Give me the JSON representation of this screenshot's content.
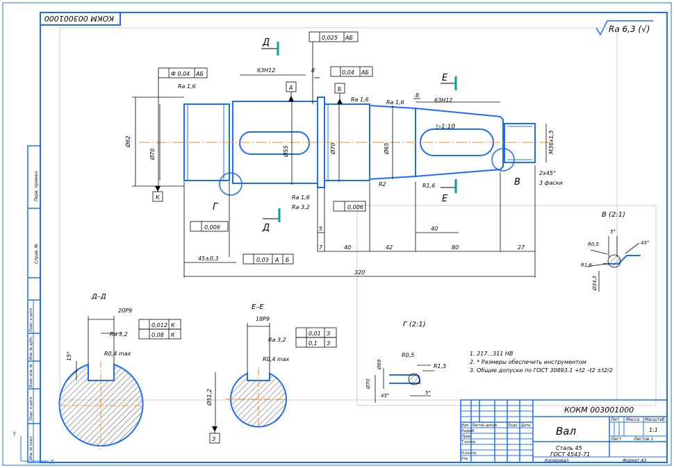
{
  "stamp_top": "КОКМ 003001000",
  "roughness_general": "Ra 6,3 (√)",
  "colors": {
    "frame": "#1a6cff",
    "part": "#1a6cff",
    "axis": "#ff8c1a",
    "section": "#1a6cff",
    "mark": "#00a0a0",
    "dim": "#000000"
  },
  "views": {
    "section_d": "Д–Д",
    "section_e": "Е–Е",
    "detail_g": "Г (2:1)",
    "detail_v": "В (2:1)"
  },
  "labels": {
    "d_top": "Д",
    "d_bottom": "Д",
    "e_top": "Е",
    "e_bottom": "Е",
    "g": "Г",
    "v": "В",
    "base_a": "А",
    "base_b": "Б",
    "base_k": "К",
    "base_z": "З"
  },
  "tolerances": {
    "t1": "0,025",
    "t1_base": "АБ",
    "t2": "Ф 0,04",
    "t2_base": "АБ",
    "t3": "0,04",
    "t3_base": "АБ",
    "t4": "0,006",
    "t5": "0,006",
    "t6": "0,03",
    "t6_b1": "А",
    "t6_b2": "Б"
  },
  "dims": {
    "d1": "63H12",
    "d2": "8",
    "d3": "8",
    "d4": "63H12",
    "d5": "Ra 1,6",
    "d6": "Ra 1,6",
    "d7": "Ra 1,6",
    "d8": "Ra 1,6",
    "d9": "Ra 3,2",
    "d10": "Ø62",
    "d11": "Ø70",
    "d12": "Ø55",
    "d13": "Ø70",
    "d14": "Ø65",
    "d15": "M36x1,5",
    "d16": "2x45°",
    "d17": "3 фаски",
    "d18": "R2",
    "d19": "R1,6",
    "d20": "▷1:10",
    "d21": "5",
    "d22": "7",
    "d23": "40",
    "d24": "42",
    "d25": "40",
    "d26": "80",
    "d27": "27",
    "d28": "45±0,3",
    "d29": "320"
  },
  "section_d_dims": {
    "w": "20P9",
    "depth": "Ra 3,2",
    "r": "R0,4 max",
    "ang": "15°",
    "f1": "0,012",
    "f1b": "К",
    "f2": "0,08",
    "f2b": "К"
  },
  "section_e_dims": {
    "w": "18P9",
    "depth": "Ra 3,2",
    "r": "R0,4 max",
    "dia": "Ø51,2",
    "f1": "0,01",
    "f1b": "З",
    "f2": "0,1",
    "f2b": "З"
  },
  "detail_g_dims": {
    "a": "Ø70",
    "b": "Ø69",
    "r1": "R0,5",
    "r2": "R1,5",
    "ang1": "45°",
    "ang2": "5°"
  },
  "detail_v_dims": {
    "a": "R0,5",
    "b": "R1,6",
    "c": "5°",
    "d": "Ø34,5",
    "e": "45°"
  },
  "notes": [
    "1. 217...311 НВ",
    "2. * Размеры обеспечить инструментом",
    "3. Общие допуски по ГОСТ 30893.1 +t2 –t2 ±t2/2"
  ],
  "title_block": {
    "code": "КОКМ 003001000",
    "name": "Вал",
    "material_1": "Сталь 45",
    "material_2": "ГОСТ 4543-71",
    "mass_hdr": "Масса",
    "scale_hdr": "Масштаб",
    "lit_hdr": "Лит.",
    "scale_val": "1:1",
    "sheet": "Лист",
    "sheets": "Листов 1",
    "copied": "Копировал",
    "format": "Формат А3",
    "rows": [
      "Изм",
      "Лист",
      "№ докум.",
      "Подп.",
      "Дата",
      "Разраб.",
      "Пров.",
      "Т.контр.",
      "Н.контр.",
      "Утв."
    ]
  },
  "left_strip": [
    "Перв. примен.",
    "Справ. №",
    "Подп. и дата",
    "Инв. № дубл.",
    "Взам. инв. №",
    "Подп. и дата",
    "Инв. № подл."
  ]
}
